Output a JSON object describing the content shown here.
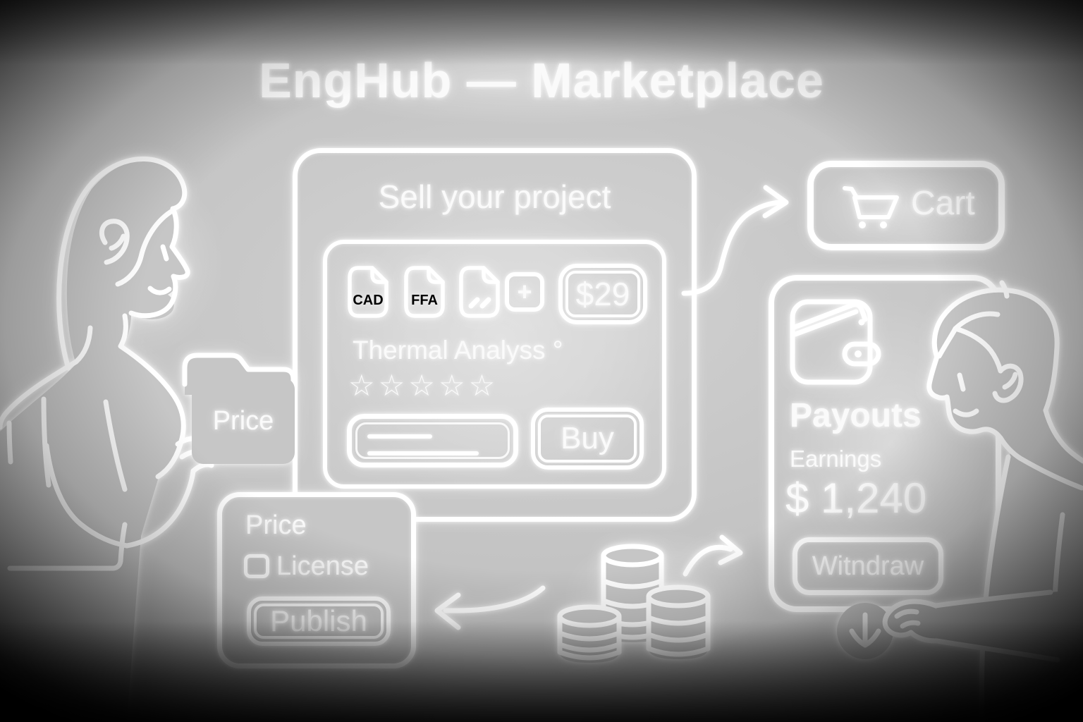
{
  "title": "EngHub — Marketplace",
  "colors": {
    "line": "#ffffff",
    "background": "#c6c6c6",
    "vignette": "#000000"
  },
  "sell_card": {
    "heading": "Sell your project",
    "listing": {
      "file_badge_1": "CAD",
      "file_badge_2": "FFA",
      "file_badge_3_icon": "blank-file-icon",
      "add_icon": "plus-icon",
      "price_badge": "$29",
      "title": "Thermal Analyss °",
      "stars": "☆☆☆☆☆",
      "buy_label": "Buy"
    }
  },
  "cart_button": {
    "icon": "cart-icon",
    "label": "Cart"
  },
  "payouts_card": {
    "icon": "wallet-icon",
    "heading": "Payouts",
    "earnings_label": "Earnings",
    "earnings_value": "$ 1,240",
    "withdraw_label": "Witndraw"
  },
  "publish_card": {
    "price_label": "Price",
    "license_label": "License",
    "license_checked": false,
    "publish_label": "Publish"
  },
  "seller": {
    "package_label": "Price"
  },
  "decor_icons": [
    "coins-icon",
    "download-circle-icon",
    "arrow-right-icon",
    "arrow-left-icon"
  ]
}
